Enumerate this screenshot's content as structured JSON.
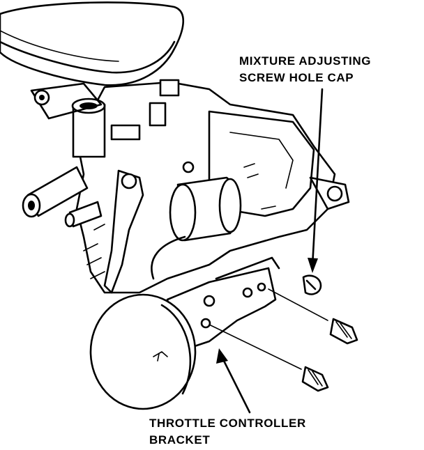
{
  "labels": {
    "mixture_line1": "MIXTURE ADJUSTING",
    "mixture_line2": "SCREW HOLE CAP",
    "bracket_line1": "THROTTLE CONTROLLER",
    "bracket_line2": "BRACKET"
  }
}
